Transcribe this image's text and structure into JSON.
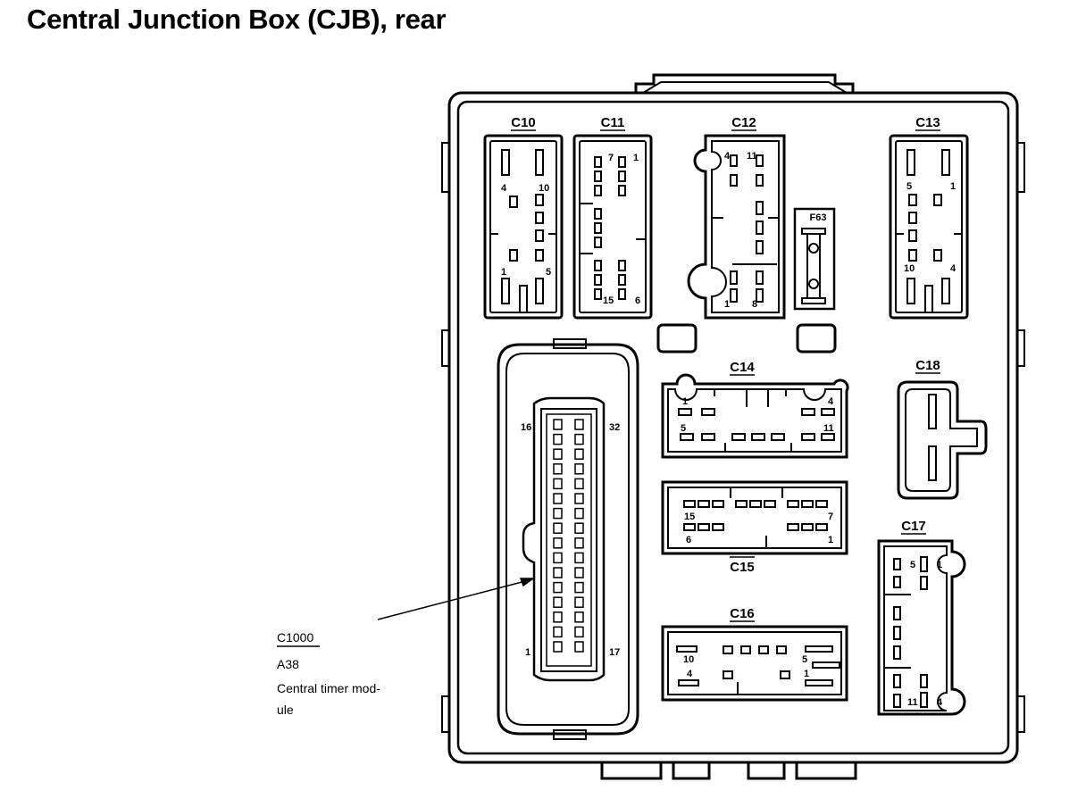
{
  "title": "Central Junction Box (CJB), rear",
  "connectors": {
    "c10": {
      "label": "C10",
      "pins": [
        "4",
        "10",
        "1",
        "5"
      ]
    },
    "c11": {
      "label": "C11",
      "pins": [
        "7",
        "1",
        "15",
        "6"
      ]
    },
    "c12": {
      "label": "C12",
      "pins": [
        "4",
        "11",
        "1",
        "8"
      ]
    },
    "f63": {
      "label": "F63"
    },
    "c13": {
      "label": "C13",
      "pins": [
        "5",
        "1",
        "10",
        "4"
      ]
    },
    "c14": {
      "label": "C14",
      "pins": [
        "1",
        "4",
        "5",
        "11"
      ]
    },
    "c15": {
      "label": "C15",
      "pins": [
        "15",
        "7",
        "6",
        "1"
      ]
    },
    "c16": {
      "label": "C16",
      "pins": [
        "10",
        "5",
        "4",
        "1"
      ]
    },
    "c17": {
      "label": "C17",
      "pins": [
        "5",
        "1",
        "11",
        "4"
      ]
    },
    "c18": {
      "label": "C18"
    },
    "c1000": {
      "pins": [
        "16",
        "32",
        "1",
        "17"
      ]
    }
  },
  "callout": {
    "connector": "C1000",
    "component_code": "A38",
    "description_line1": "Central timer mod-",
    "description_line2": "ule"
  }
}
